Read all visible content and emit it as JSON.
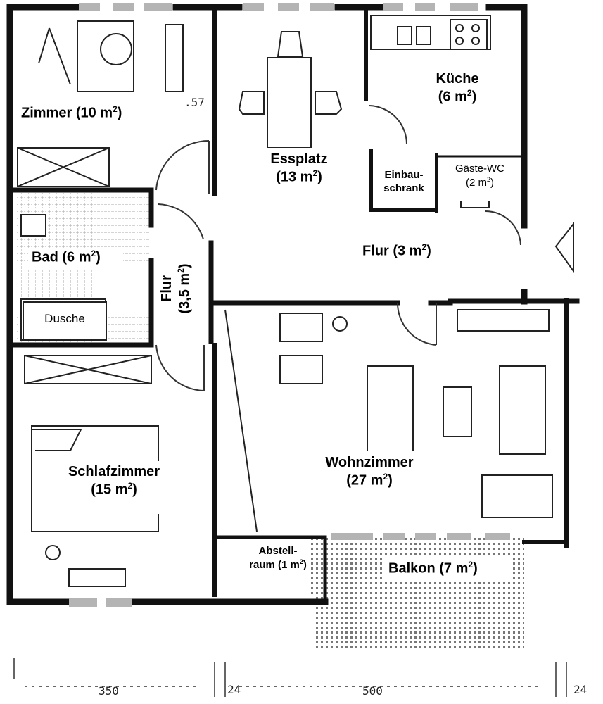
{
  "rooms": {
    "zimmer": {
      "name": "Zimmer",
      "area": "(10 m",
      "sup": "2",
      "close": ")"
    },
    "essplatz": {
      "name": "Essplatz",
      "area": "(13 m",
      "sup": "2",
      "close": ")"
    },
    "kueche": {
      "name": "Küche",
      "area": "(6 m",
      "sup": "2",
      "close": ")"
    },
    "einbauschrank": {
      "line1": "Einbau-",
      "line2": "schrank"
    },
    "gaeste_wc": {
      "name": "Gäste-WC",
      "area": "(2 m",
      "sup": "2",
      "close": ")"
    },
    "bad": {
      "name": "Bad",
      "area": "(6 m",
      "sup": "2",
      "close": ")"
    },
    "dusche": {
      "name": "Dusche"
    },
    "flur_left": {
      "name": "Flur",
      "area": "(3,5 m",
      "sup": "2",
      "close": ")"
    },
    "flur_right": {
      "name": "Flur",
      "area": "(3 m",
      "sup": "2",
      "close": ")"
    },
    "wohnzimmer": {
      "name": "Wohnzimmer",
      "area": "(27 m",
      "sup": "2",
      "close": ")"
    },
    "schlafzimmer": {
      "name": "Schlafzimmer",
      "area": "(15 m",
      "sup": "2",
      "close": ")"
    },
    "abstellraum": {
      "line1": "Abstell-",
      "line2": "raum (1 m",
      "sup": "2",
      "close": ")"
    },
    "balkon": {
      "name": "Balkon",
      "area": "(7 m",
      "sup": "2",
      "close": ")"
    }
  },
  "dimensions": {
    "d1": "350",
    "d2": "24",
    "d3": "500",
    "d4": "24",
    "d5": ".57"
  },
  "colors": {
    "wall": "#111111",
    "window": "#b4b4b4",
    "paper": "#ffffff",
    "hatch": "#555555"
  }
}
